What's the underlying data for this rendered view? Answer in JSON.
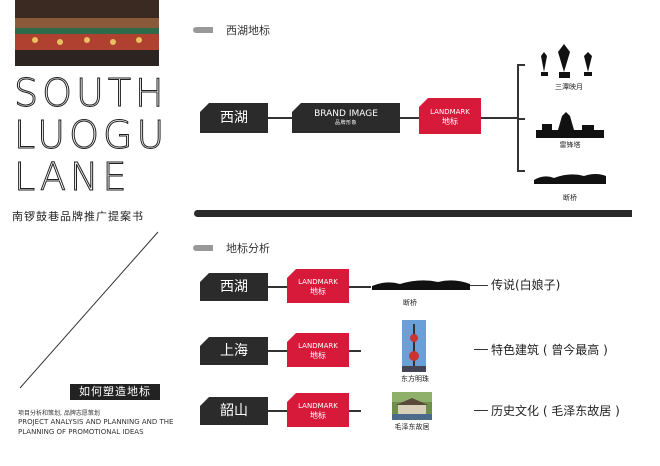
{
  "brand": {
    "letters_line1": "SOUTH",
    "letters_line2": "LUOGU",
    "letters_line3": "LANE",
    "title_cn": "南锣鼓巷品牌推广提案书",
    "how_label": "如何塑造地标",
    "desc_cn": "项目分析和策划, 品牌志愿策划",
    "desc_en": "PROJECT ANALYSIS AND PLANNING AND THE PLANNING OF PROMOTIONAL IDEAS"
  },
  "section1": {
    "title": "西湖地标",
    "node_city": "西湖",
    "node_brand": "BRAND IMAGE",
    "node_brand_sub": "品牌形象",
    "node_landmark": "LANDMARK",
    "node_landmark_sub": "地标",
    "branches": [
      {
        "label": "三潭映月"
      },
      {
        "label": "雷锋塔"
      },
      {
        "label": "断桥"
      }
    ]
  },
  "section2": {
    "title": "地标分析",
    "rows": [
      {
        "city": "西湖",
        "landmark": "LANDMARK",
        "landmark_sub": "地标",
        "image_label": "断桥",
        "desc": "传说(白娘子)"
      },
      {
        "city": "上海",
        "landmark": "LANDMARK",
        "landmark_sub": "地标",
        "image_label": "东方明珠",
        "desc": "特色建筑 ( 曾今最高 )"
      },
      {
        "city": "韶山",
        "landmark": "LANDMARK",
        "landmark_sub": "地标",
        "image_label": "毛泽东故居",
        "desc": "历史文化 ( 毛泽东故居 )"
      }
    ]
  },
  "colors": {
    "accent_red": "#d7193a",
    "dark": "#2b2b2b"
  }
}
